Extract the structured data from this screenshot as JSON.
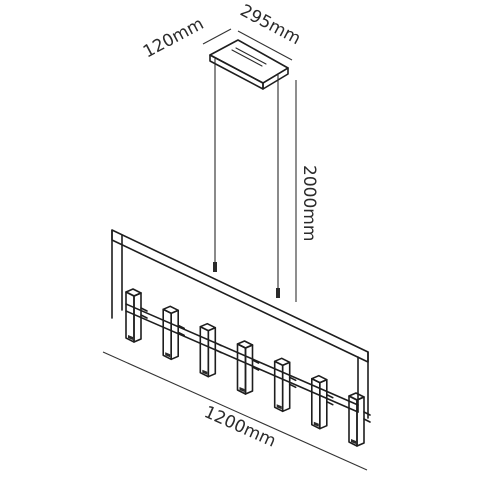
{
  "dimensions": {
    "depth": "120mm",
    "width_canopy": "295mm",
    "height": "2000mm",
    "length": "1200mm"
  },
  "lamp_count": 7
}
